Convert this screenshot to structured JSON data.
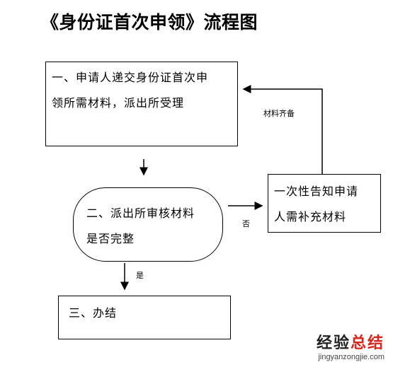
{
  "title": "《身份证首次申领》流程图",
  "steps": {
    "step1": {
      "line1": "一、申请人递交身份证首次申",
      "line2": "领所需材料，派出所受理"
    },
    "step2": {
      "line1": "二、派出所审核材料",
      "line2": "是否完整"
    },
    "notify": {
      "line1": "一次性告知申请",
      "line2": "人需补充材料"
    },
    "step3": {
      "line1": "三、办结"
    }
  },
  "edge_labels": {
    "materials_ready": "材料齐备",
    "no": "否",
    "yes": "是"
  },
  "watermark": {
    "brand_a": "经验",
    "brand_b": "总结",
    "url": "jingyanzongjie.com",
    "accent_color": "#d9261c"
  }
}
